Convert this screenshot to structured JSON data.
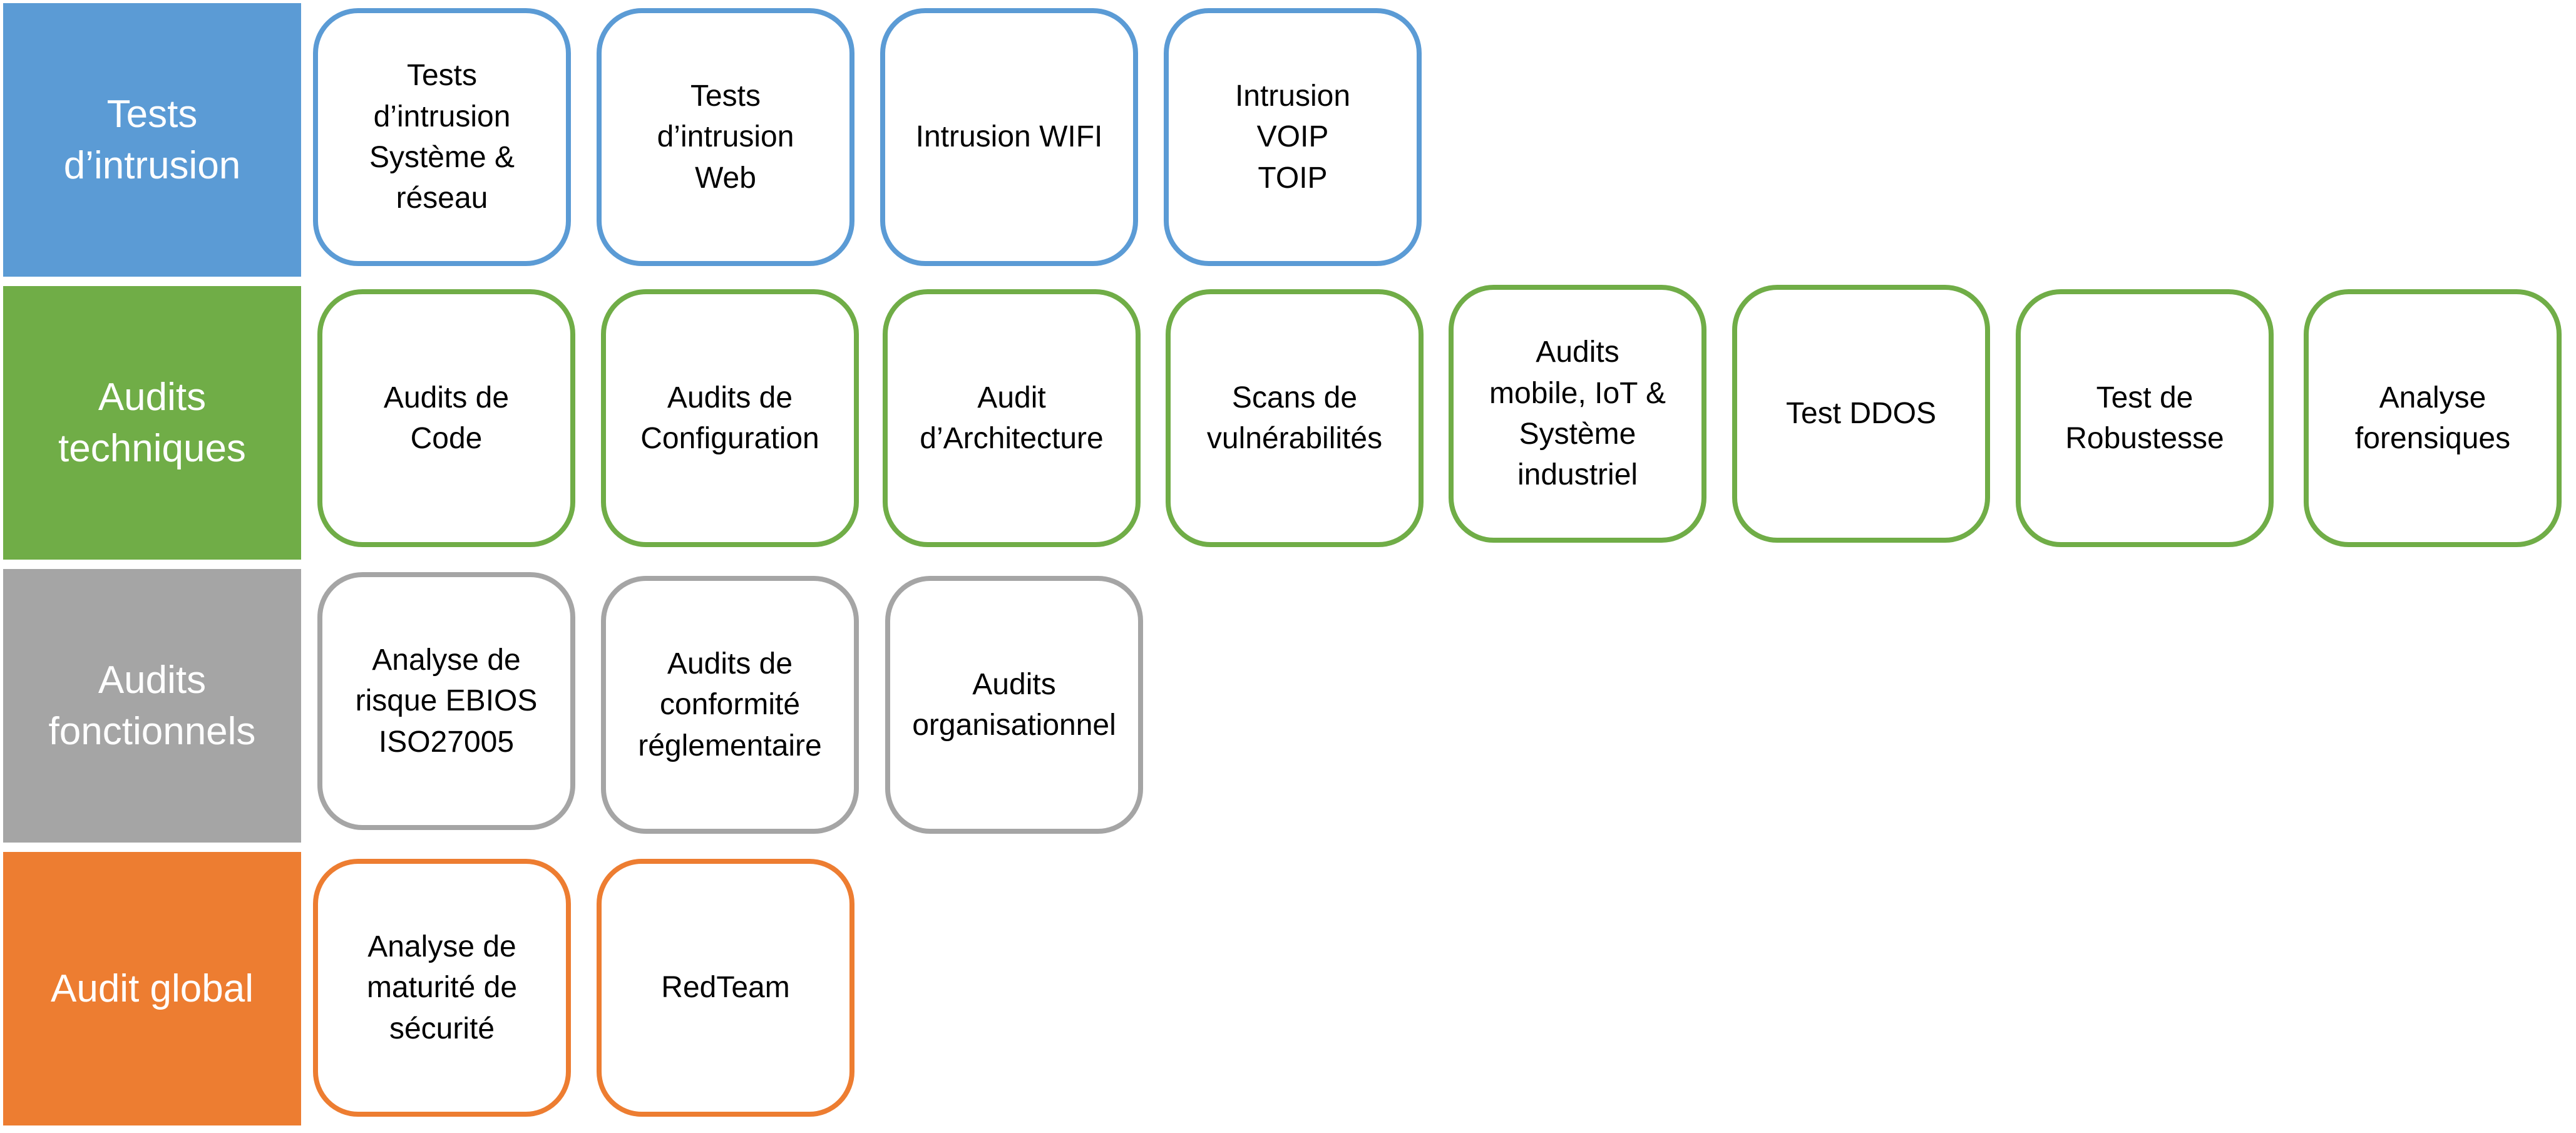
{
  "colors": {
    "tests": "#5b9bd5",
    "techniques": "#70ad47",
    "fonctionnels": "#a5a5a5",
    "global": "#ed7d31"
  },
  "categories": [
    {
      "label": "Tests\nd’intrusion",
      "items": [
        "Tests\nd’intrusion\nSystème &\nréseau",
        "Tests\nd’intrusion\nWeb",
        "Intrusion WIFI",
        "Intrusion\nVOIP\nTOIP"
      ]
    },
    {
      "label": "Audits\ntechniques",
      "items": [
        "Audits de\nCode",
        "Audits de\nConfiguration",
        "Audit\nd’Architecture",
        "Scans de\nvulnérabilités",
        "Audits\nmobile, IoT &\nSystème\nindustriel",
        "Test DDOS",
        "Test de\nRobustesse",
        "Analyse\nforensiques"
      ]
    },
    {
      "label": "Audits\nfonctionnels",
      "items": [
        "Analyse de\nrisque EBIOS\nISO27005",
        "Audits de\nconformité\nréglementaire",
        "Audits\norganisationnel"
      ]
    },
    {
      "label": "Audit global",
      "items": [
        "Analyse de\nmaturité de\nsécurité",
        "RedTeam"
      ]
    }
  ]
}
